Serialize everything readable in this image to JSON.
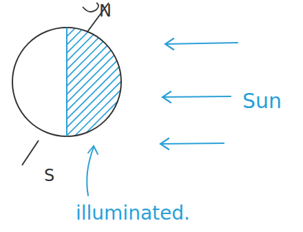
{
  "diagram": {
    "labels": [
      "N",
      "S",
      "Sun",
      "illuminated."
    ]
  }
}
